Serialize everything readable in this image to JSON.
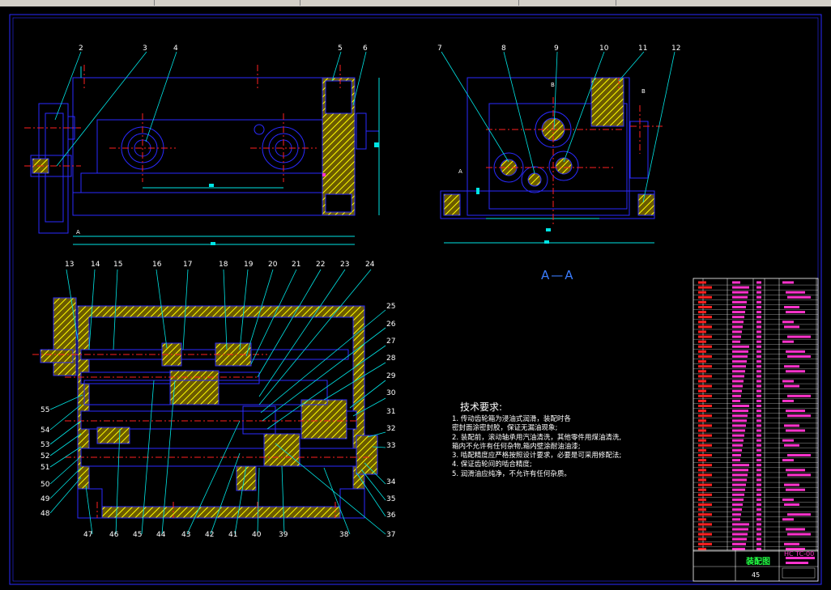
{
  "view_labels": {
    "section_title": "A—A"
  },
  "part_numbers": {
    "top": [
      "2",
      "3",
      "4",
      "5",
      "6",
      "7",
      "8",
      "9",
      "10",
      "11",
      "12"
    ],
    "mid_top": [
      "13",
      "14",
      "15",
      "16",
      "17",
      "18",
      "19",
      "20",
      "21",
      "22",
      "23",
      "24"
    ],
    "right_side": [
      "25",
      "26",
      "27",
      "28",
      "29",
      "30",
      "31",
      "32",
      "33",
      "34",
      "35",
      "36"
    ],
    "bottom": [
      "47",
      "46",
      "45",
      "44",
      "43",
      "42",
      "41",
      "40",
      "39",
      "38",
      "37"
    ],
    "left_side": [
      "55",
      "54",
      "53",
      "52",
      "51",
      "50",
      "49",
      "48"
    ]
  },
  "section_marks": {
    "a_left": "A",
    "a_right": "A",
    "b_left": "B",
    "b_right": "B"
  },
  "technical_requirements": {
    "title": "技术要求:",
    "items": [
      "1. 传动齿轮箱为浸油式润滑，装配时各",
      "   密封面涂密封胶，保证无漏油现象;",
      "2. 装配前，滚动轴承用汽油清洗，其他零件用煤油清洗,",
      "   箱内不允许有任何杂物,箱内壁涂耐油油漆;",
      "3. 啮配精度应严格按照设计要求，必要是可采用修配法;",
      "4. 保证齿轮间的啮合精度;",
      "5. 润滑油应纯净，不允许有任何杂质。"
    ]
  },
  "title_block": {
    "drawing_name": "装配图",
    "drawing_code": "HC TC-00",
    "sheet_info": "45"
  },
  "colors": {
    "background": "#000000",
    "outline": "#2a2aff",
    "leader": "#00e5e5",
    "centerline": "#ff2020",
    "hatch": "#d8d800",
    "bom_text_red": "#ff2020",
    "bom_text_magenta": "#ff33cc",
    "title_green": "#22ff44"
  }
}
